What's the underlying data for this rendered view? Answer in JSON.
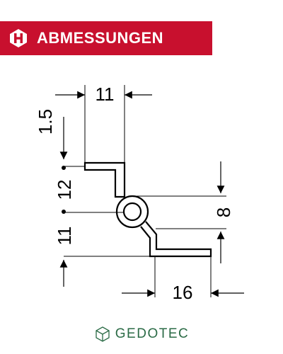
{
  "banner": {
    "title": "ABMESSUNGEN",
    "color": "#c8102e",
    "icon": "h-hexagon-icon"
  },
  "dimensions": {
    "top_width": "11",
    "top_offset": "1.5",
    "middle_height": "12",
    "bottom_height": "11",
    "ring_offset": "8",
    "bottom_width": "16"
  },
  "footer": {
    "brand": "GEDOTEC",
    "logo": "gedotec-cube-logo-icon",
    "color": "#2b6b46"
  }
}
